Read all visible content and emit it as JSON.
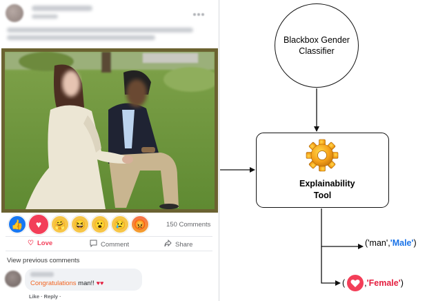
{
  "post": {
    "reactions": [
      {
        "name": "like",
        "glyph": "👍"
      },
      {
        "name": "love",
        "glyph": "♥"
      },
      {
        "name": "care",
        "glyph": "🤗"
      },
      {
        "name": "haha",
        "glyph": "😆"
      },
      {
        "name": "wow",
        "glyph": "😮"
      },
      {
        "name": "sad",
        "glyph": "😢"
      },
      {
        "name": "angry",
        "glyph": "😡"
      }
    ],
    "comments_count": "150 Comments",
    "actions": {
      "love": "Love",
      "comment": "Comment",
      "share": "Share"
    },
    "view_previous": "View previous comments",
    "comment": {
      "text_highlight": "Congratulations",
      "text_rest": " man!! ",
      "hearts": "♥♥"
    },
    "comment_actions": "Like · Reply ·"
  },
  "diagram": {
    "classifier_label": "Blackbox Gender Classifier",
    "tool_label": "Explainability Tool",
    "output_man": {
      "open": "('man', ",
      "label": "'Male'",
      "close": ")"
    },
    "output_female": {
      "open": "(",
      "sep": ", ",
      "label": "'Female'",
      "close": ")"
    }
  },
  "colors": {
    "love": "#f33e58",
    "male": "#1a73e8",
    "female": "#e41e3f",
    "comment_highlight": "#f26522"
  }
}
